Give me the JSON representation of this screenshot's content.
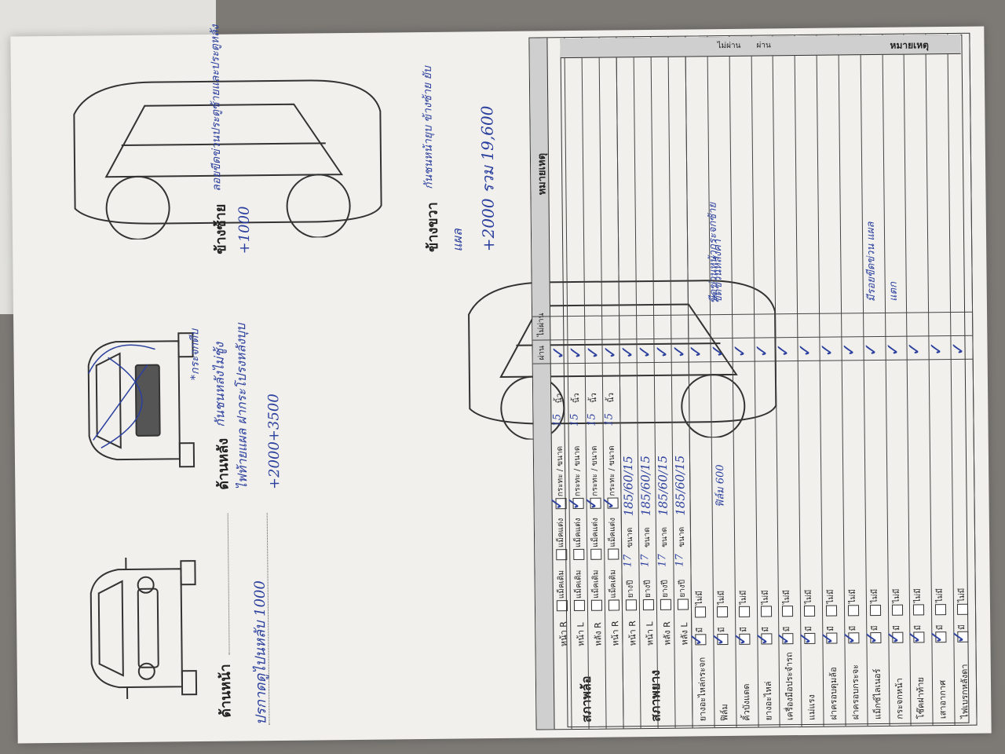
{
  "header": {
    "front_label": "ด้านหน้า",
    "rear_label": "ด้านหลัง",
    "left_label": "ข้างซ้าย",
    "right_label": "ข้างขวา"
  },
  "handwritten": {
    "front_note": "ปรกาดดูไปนหลับ 1000",
    "rear_note_1": "กันชนหลังไม่ชู้ง",
    "rear_note_2": "ไฟท้ายแผล ฝากระโปรงหลังบุบ",
    "rear_price": "+2000+3500",
    "front_side_note": "*กระจกดีบ",
    "left_note": "ลอยขีดข่วนประตูซ้ายและประตูหลัง",
    "left_price": "+1000",
    "right_note": "กันชนหน้ายุบ ข้างซ้าย ยับ",
    "right_note_2": "แผล",
    "right_price": "+2000 รวม 19,600",
    "scribble_tyre": "ฟิล์ม 600"
  },
  "wheels": {
    "section_label": "สภาพล้อ",
    "rows": [
      {
        "pos": "หน้า R",
        "opt1": "แม็คเดิม",
        "opt2": "แม็คแต่ง",
        "opt3": "กระทะ / ขนาด",
        "size": "15",
        "unit": "นิ้ว"
      },
      {
        "pos": "หน้า L",
        "opt1": "แม็คเดิม",
        "opt2": "แม็คแต่ง",
        "opt3": "กระทะ / ขนาด",
        "size": "15",
        "unit": "นิ้ว"
      },
      {
        "pos": "หลัง R",
        "opt1": "แม็คเดิม",
        "opt2": "แม็คแต่ง",
        "opt3": "กระทะ / ขนาด",
        "size": "15",
        "unit": "นิ้ว"
      },
      {
        "pos": "หน้า R",
        "opt1": "แม็คเดิม",
        "opt2": "แม็คแต่ง",
        "opt3": "กระทะ / ขนาด",
        "size": "15",
        "unit": "นิ้ว"
      }
    ]
  },
  "tyres": {
    "section_label": "สภาพยาง",
    "rows": [
      {
        "pos": "หน้า R",
        "year_label": "ยางปี",
        "year": "17",
        "size_label": "ขนาด",
        "size": "185/60/15"
      },
      {
        "pos": "หน้า L",
        "year_label": "ยางปี",
        "year": "17",
        "size_label": "ขนาด",
        "size": "185/60/15"
      },
      {
        "pos": "หลัง R",
        "year_label": "ยางปี",
        "year": "17",
        "size_label": "ขนาด",
        "size": "185/60/15"
      },
      {
        "pos": "หลัง L",
        "year_label": "ยางปี",
        "year": "17",
        "size_label": "ขนาด",
        "size": "185/60/15"
      }
    ]
  },
  "columns": {
    "pass": "ผ่าน",
    "fail": "ไม่ผ่าน",
    "remarks": "หมายเหตุ",
    "has": "มี",
    "none": "ไม่มี"
  },
  "items": [
    {
      "label": "ยางอะไหล่กระจก"
    },
    {
      "label": "ฟิล์ม"
    },
    {
      "label": "คิ้วบังแดด"
    },
    {
      "label": "ยางอะไหล่"
    },
    {
      "label": "เครื่องมือประจำรถ"
    },
    {
      "label": "แม่แรง"
    },
    {
      "label": "ฝาครอบดุมล้อ"
    },
    {
      "label": "ฝาครอบกระจะ"
    },
    {
      "label": "แม็กซ์ไลเนอร์"
    },
    {
      "label": "กระจกหน้า"
    },
    {
      "label": "โช๊คฝาท้าย"
    },
    {
      "label": "เสาอากาศ"
    },
    {
      "label": "ไฟเบรกหลังดา"
    }
  ],
  "remarks_hw": {
    "r1": "ขีดข่วนหน้ากระจกซ้าย",
    "r2": "มีรอยขีดข่วน แผล",
    "r3": "แตก",
    "r4": "ขีดข่วนหลังคา"
  }
}
